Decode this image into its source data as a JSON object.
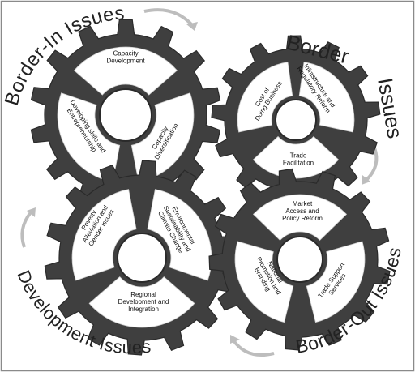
{
  "colors": {
    "gear": "#3f3f3f",
    "gear_edge": "#2a2a2a",
    "segment": "#ffffff",
    "arrow": "#bdbdbd",
    "frame": "#8a8a8a",
    "text": "#111111",
    "title": "#222222"
  },
  "gears": [
    {
      "id": "border-in",
      "title": "Border-In Issues",
      "segments": [
        "Capacity Development",
        "Capacity Diversification",
        "Developing skills and Entrepreneurship"
      ]
    },
    {
      "id": "border",
      "title_lines": [
        "Border",
        "Issues"
      ],
      "segments": [
        "Infrastructure and Regulatory Reform",
        "Trade Facilitation",
        "Cost of Doing Business"
      ]
    },
    {
      "id": "development",
      "title": "Development Issues",
      "segments": [
        "Environmental Sustainability and Climate Change",
        "Regional Development and Integration",
        "Poverty Alleviation and Gender Issues"
      ]
    },
    {
      "id": "border-out",
      "title": "Border-Out Issues",
      "segments": [
        "Market Access and Policy Reform",
        "Trade Support Services",
        "National Promotion and Branding"
      ]
    }
  ]
}
